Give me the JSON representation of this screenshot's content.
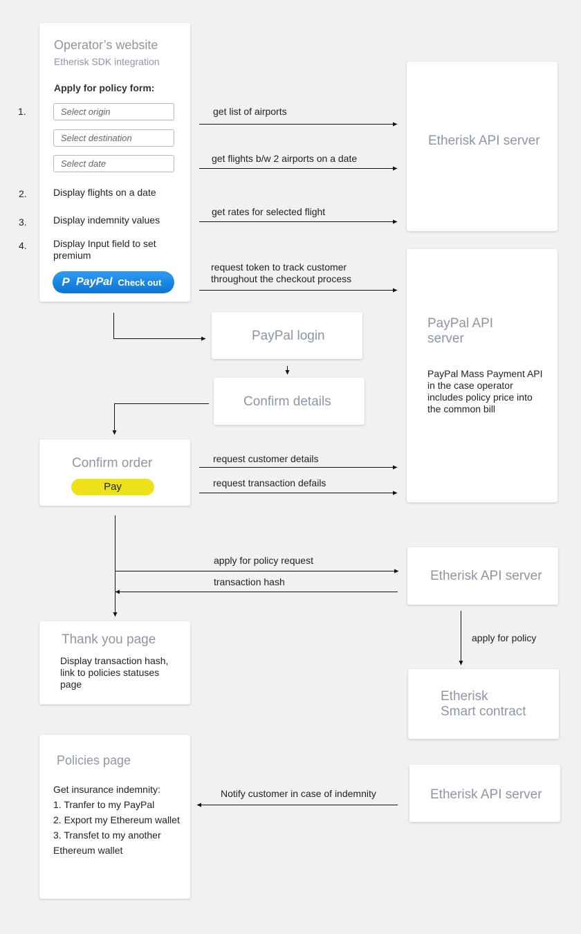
{
  "operator_card": {
    "title": "Operator’s website",
    "subtitle": "Etherisk SDK integration",
    "form_heading": "Apply for policy form:",
    "origin_placeholder": "Select origin",
    "destination_placeholder": "Select destination",
    "date_placeholder": "Select date",
    "step2_text": "Display flights on a date",
    "step3_text": "Display indemnity values",
    "step4_line1": "Display Input field to set",
    "step4_line2": "premium",
    "paypal_brand": "PayPal",
    "paypal_action": "Check out"
  },
  "step_numbers": [
    "1.",
    "2.",
    "3.",
    "4."
  ],
  "api_server_1": {
    "title": "Etherisk API server"
  },
  "paypal_server": {
    "title_line1": "PayPal API",
    "title_line2": "server",
    "desc_line1": "PayPal Mass Payment API",
    "desc_line2": "in the case operator",
    "desc_line3": "includes policy price into",
    "desc_line4": "the common bill"
  },
  "paypal_login": {
    "title": "PayPal login"
  },
  "confirm_details": {
    "title": "Confirm details"
  },
  "confirm_order": {
    "title": "Confirm order",
    "pay_label": "Pay"
  },
  "api_server_2": {
    "title": "Etherisk API server"
  },
  "thank_you": {
    "title": "Thank you page",
    "line1": "Display transaction hash,",
    "line2": "link to policies statuses",
    "line3": "page"
  },
  "smart_contract": {
    "line1": "Etherisk",
    "line2": "Smart contract"
  },
  "policies_page": {
    "title": "Policies page",
    "line1": "Get insurance indemnity:",
    "line2": "1. Tranfer to my PayPal",
    "line3": "2. Export my Ethereum wallet",
    "line4": "3. Transfet to my another",
    "line5": "Ethereum wallet"
  },
  "api_server_3": {
    "title": "Etherisk API server"
  },
  "arrow_labels": {
    "get_airports": "get list of airports",
    "get_flights": "get flights b/w 2 airports on a date",
    "get_rates": "get rates for selected flight",
    "request_token_line1": "request token to track customer",
    "request_token_line2": "throughout the checkout process",
    "request_customer": "request customer details",
    "request_transaction": "request transaction defails",
    "apply_request": "apply for policy request",
    "transaction_hash": "transaction hash",
    "apply_policy": "apply for policy",
    "notify": "Notify customer in case of indemnity"
  }
}
